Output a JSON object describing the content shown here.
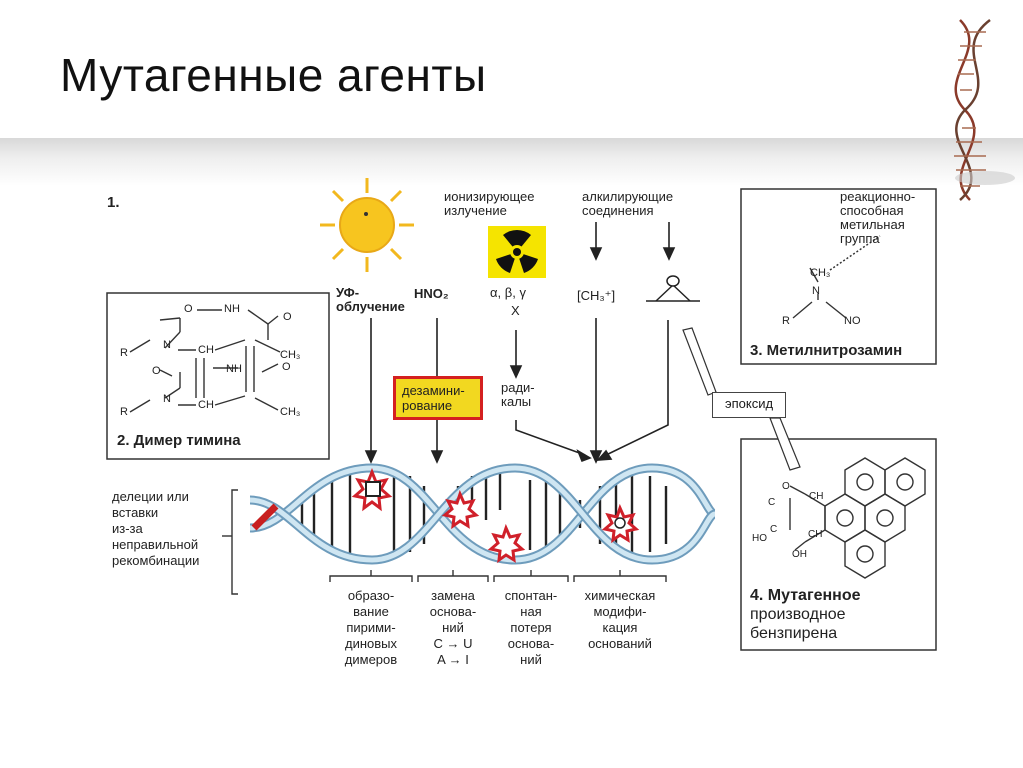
{
  "title": "Мутагенные агенты",
  "figure_number": "1.",
  "agents": {
    "ionizing": "ионизирующее излучение",
    "alkylating": "алкилирующие соединения",
    "uv": "УФ-облучение",
    "hno2": "HNO₂",
    "radiation_types": "α, β, γ",
    "x_rays": "X",
    "ch3": "[CH₃⁺]",
    "radicals": "ради-калы",
    "deamination": "дезамини-рование",
    "epoxide": "эпоксид"
  },
  "panels": {
    "thymine_dimer": "2. Димер тимина",
    "methylnitrosamine": "3. Метилнитрозамин",
    "reactive_methyl": "реакционно-способная метильная группа",
    "benzpyrene_1": "4. Мутагенное",
    "benzpyrene_2": "производное",
    "benzpyrene_3": "бензпирена"
  },
  "left_note": [
    "делеции или",
    "вставки",
    "из-за",
    "неправильной",
    "рекомбинации"
  ],
  "bottom_labels": {
    "pyrimidine": [
      "образо-",
      "вание",
      "пирими-",
      "диновых",
      "димеров"
    ],
    "substitution": [
      "замена",
      "основа-",
      "ний",
      "C → U",
      "A → I"
    ],
    "spontaneous": [
      "спонтан-",
      "ная",
      "потеря",
      "основа-",
      "ний"
    ],
    "chemical": [
      "химическая",
      "модифи-",
      "кация",
      "оснований"
    ]
  },
  "chem_atoms": {
    "o": "O",
    "nh": "NH",
    "n": "N",
    "ch": "CH",
    "r": "R",
    "ch3": "CH₃",
    "c": "C",
    "oh": "OH",
    "ho": "HO",
    "no": "NO"
  }
}
